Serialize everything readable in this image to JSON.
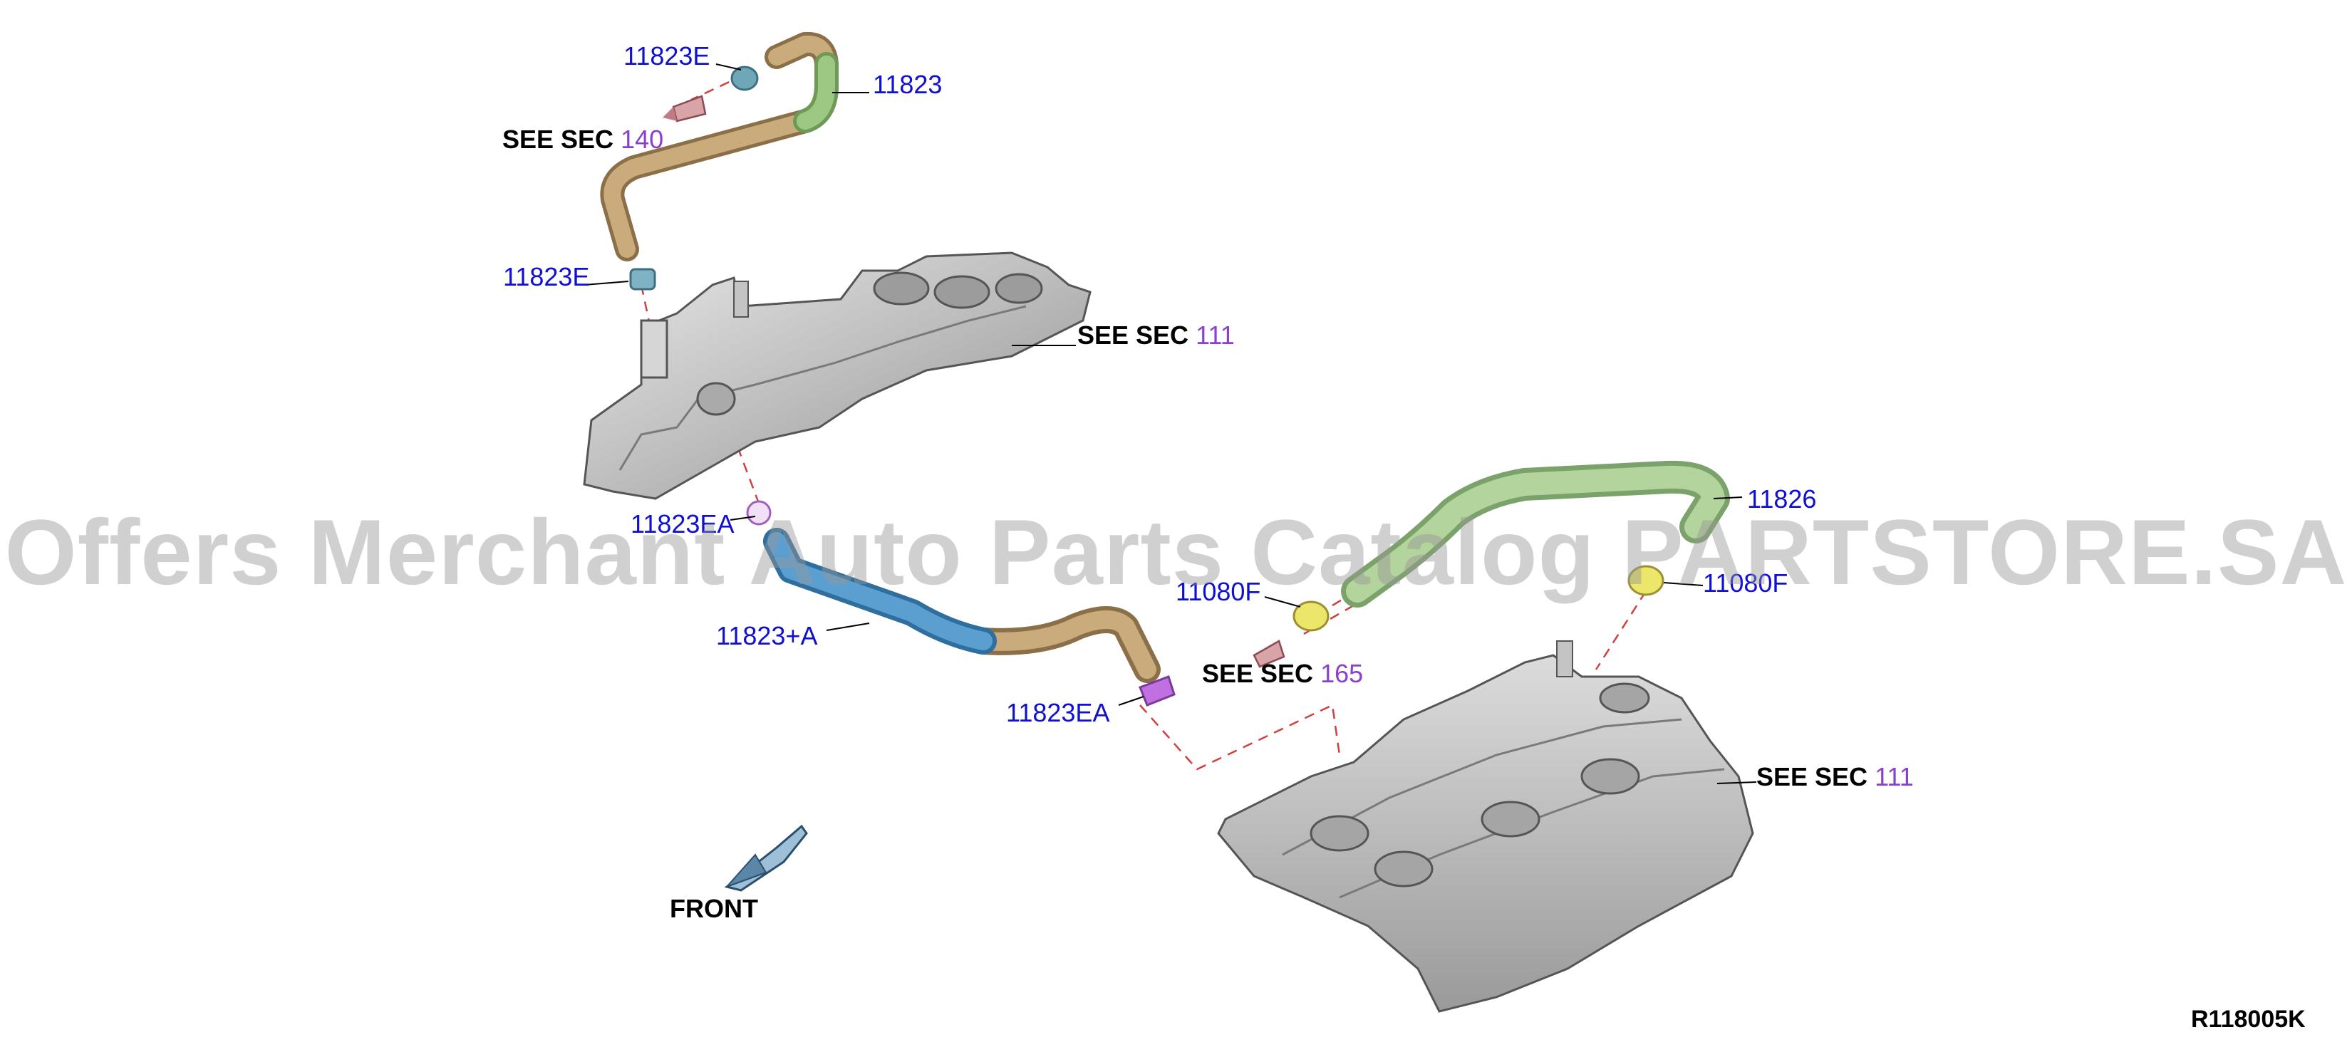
{
  "colors": {
    "part_number": "#1010d0",
    "section_number": "#8a3fd0",
    "hose_tan": "#b89a6e",
    "hose_green": "#8fba78",
    "hose_blue": "#4f93c4",
    "clamp_yellow": "#e6e04a",
    "fitting_purple": "#c070e0",
    "leader_dash": "#d04040",
    "casting_gray": "#c8c8c8"
  },
  "labels": {
    "p11823E_top": "11823E",
    "p11823": "11823",
    "p11823E_mid": "11823E",
    "p11823EA_top": "11823EA",
    "p11823A": "11823+A",
    "p11823EA_low": "11823EA",
    "p11826": "11826",
    "p11080F_left": "11080F",
    "p11080F_right": "11080F"
  },
  "see_sections": [
    {
      "prefix": "SEE SEC",
      "number": "140"
    },
    {
      "prefix": "SEE SEC",
      "number": "111"
    },
    {
      "prefix": "SEE SEC",
      "number": "165"
    },
    {
      "prefix": "SEE SEC",
      "number": "111"
    }
  ],
  "front_label": "FRONT",
  "reference_code": "R118005K",
  "watermark": "Offers Merchant Auto Parts Catalog PARTSTORE.SA"
}
